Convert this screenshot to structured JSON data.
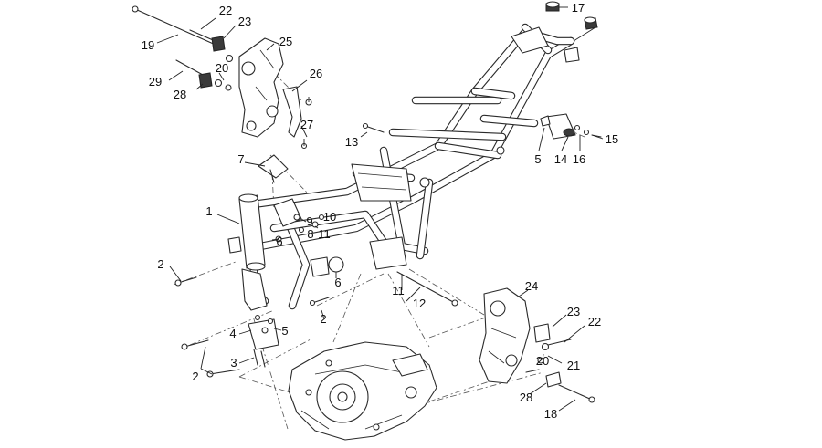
{
  "callouts": {
    "c1": "1",
    "c2a": "2",
    "c2b": "2",
    "c2c": "2",
    "c3": "3",
    "c4": "4",
    "c5a": "5",
    "c5b": "5",
    "c6a": "6",
    "c6b": "6",
    "c7": "7",
    "c8": "8",
    "c9": "9",
    "c10": "10",
    "c11a": "11",
    "c11b": "11",
    "c12": "12",
    "c13": "13",
    "c14": "14",
    "c15": "15",
    "c16": "16",
    "c17": "17",
    "c18": "18",
    "c19": "19",
    "c20a": "20",
    "c20b": "20",
    "c21": "21",
    "c22a": "22",
    "c22b": "22",
    "c23a": "23",
    "c23b": "23",
    "c24": "24",
    "c25": "25",
    "c26": "26",
    "c27": "27",
    "c28a": "28",
    "c28b": "28",
    "c29": "29"
  }
}
